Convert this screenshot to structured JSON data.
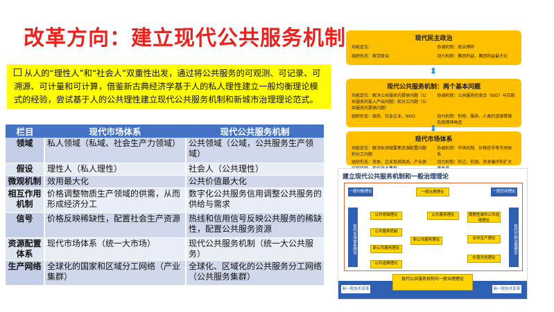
{
  "title": "改革方向：建立现代公共服务机制",
  "intro": "从人的“理性人”和“社会人”双重性出发，通过将公共服务的可观测、可记录、可溯源、可计量和可计算，借鉴新古典经济学基于人的私人理性建立一般均衡理论模式的经验，尝试基于人的公共理性建立现代公共服务机制和新城市治理理论范式。",
  "table": {
    "headers": [
      "栏目",
      "现代市场体系",
      "现代公共服务机制"
    ],
    "rows": [
      {
        "k": "领域",
        "a": "私人领域（私域、社会生产力领域）",
        "b": "公共领域（公域，公共服务生产领域）"
      },
      {
        "k": "假设",
        "a": "理性人（私人理性）",
        "b": "社会人（公共理性）"
      },
      {
        "k": "微观机制",
        "a": "效用最大化",
        "b": "公共价值最大化"
      },
      {
        "k": "相互作用机制",
        "a": "价格调整物质生产领域的供需，从而形成经济分工",
        "b": "数字化公共服务信用调整公共服务的供给与需求"
      },
      {
        "k": "信号",
        "a": "价格反映稀缺性，配置社会生产资源",
        "b": "热线和信用信号反映公共服务的稀缺性，配置公共服务资源"
      },
      {
        "k": "资源配置体系",
        "a": "现代市场体系（统一大市场）",
        "b": "现代公共服务机制（统一大公共服务）"
      },
      {
        "k": "生产网络",
        "a": "全球化的国家和区域分工网络（产业集群）",
        "b": "全球化、区域化的公共服务分工网络（公共服务集群）"
      }
    ]
  },
  "diagram_top": {
    "box1": {
      "title": "现代民主政治",
      "l1": "功能定位：",
      "r1": "协调机制：政治博弈",
      "l2": "组织形态：政党政治",
      "r2": "动力机制：集团利益、集团利益最大化"
    },
    "box2": {
      "title": "现代公共服务机制：两个基本问题",
      "l1": "功能定位：解决公共服务的提供问题（公共服务的投入产出问题）和分工问题（公共服务的提供问题）",
      "r1": "协调机制：公共服务的竞合（BID）与匹配",
      "l2": "组织形态：政府、社会企业、NGO",
      "r2": "动力机制：利他、服务、人类的道德情操及其精神再造"
    },
    "box3": {
      "title": "现代市场体系",
      "l1": "功能定位：解决私领域要素资源配置问题和分工问题",
      "r1": "协调机制：市场机制、价格信号等市场体系",
      "l2": "组织形态：资本、企业及其商品、产业供应链组织、现代产业集群",
      "r2": "动力机制：利己、利润、资本循环和扩大再生产"
    }
  },
  "diagram_bottom": {
    "title": "建立现代公共服务机制和一般治理理论",
    "tl": "一般均衡理论",
    "tc": "一般治理理论",
    "tr": "一般空间理论",
    "left_col": "现代市场体系理论",
    "right_col": "现代空间治理理论",
    "c1": "公共领域理论",
    "c2": "公共服务理论",
    "c3": "公共服务机制",
    "c4": "新公共服务理论",
    "c5": "新公共服务理论",
    "c6": "公共选择理论",
    "r1": "周期性城市公共选择理论",
    "r2": "合作生产理论",
    "r3": "价值共创理论",
    "center": "现代公共服务机制与一般治理理论",
    "bl": "新一般技术变革",
    "br": "新一般技术变革"
  }
}
